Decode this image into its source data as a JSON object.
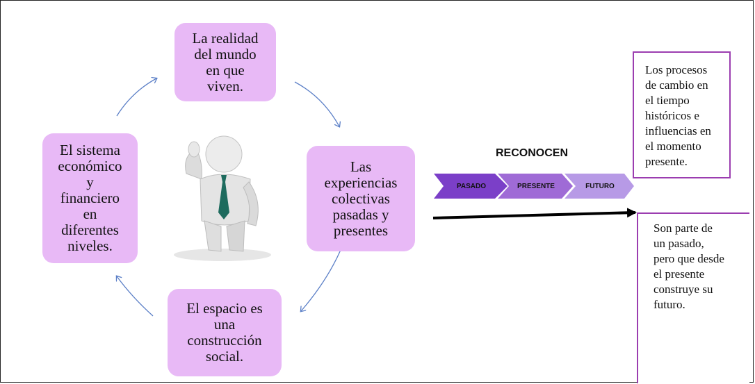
{
  "cycle": {
    "top": [
      "La realidad",
      "del mundo",
      "en que",
      "viven."
    ],
    "right": [
      "Las",
      "experiencias",
      "colectivas",
      "pasadas y",
      "presentes"
    ],
    "bottom": [
      "El espacio es",
      "una",
      "construcción",
      "social."
    ],
    "left": [
      "El sistema",
      "económico",
      "y",
      "financiero",
      "en",
      "diferentes",
      "niveles."
    ]
  },
  "process": {
    "heading": "RECONOCEN",
    "steps": [
      "PASADO",
      "PRESENTE",
      "FUTURO"
    ]
  },
  "notes": {
    "top": [
      "Los procesos",
      "de cambio en",
      "el tiempo",
      "históricos e",
      "influencias en",
      "el momento",
      "presente."
    ],
    "bottom": [
      "Son parte de",
      "un pasado,",
      "pero que desde",
      "el presente",
      "construye su",
      "futuro."
    ]
  },
  "colors": {
    "card_fill": "#e8b9f6",
    "cycle_arrow": "#5b7fc7",
    "chevron_pasado": "#7b3fc8",
    "chevron_presente": "#9f6bd6",
    "chevron_futuro": "#b79ae6",
    "note_border": "#9b3db0"
  },
  "icons": {
    "figure": "thumbs-up-person-figure"
  }
}
